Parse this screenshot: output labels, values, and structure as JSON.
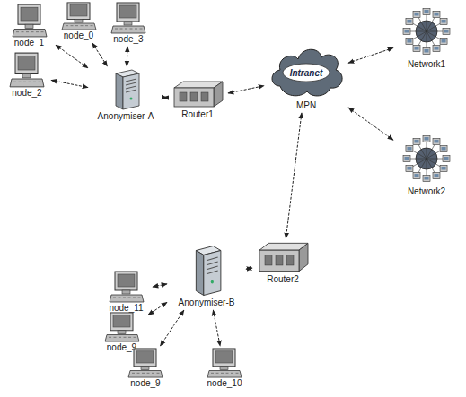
{
  "diagram": {
    "nodes": [
      {
        "text": [
          "node_1"
        ]
      },
      {
        "text": [
          "node_0"
        ]
      },
      {
        "text": [
          "node_3"
        ]
      },
      {
        "text": [
          "node_2"
        ]
      },
      {
        "text": [
          "Anonymiser-A"
        ]
      },
      {
        "text": [
          "Router1"
        ]
      },
      {
        "text": [
          "Intranet",
          "MPN"
        ]
      },
      {
        "text": [
          "Network1"
        ]
      },
      {
        "text": [
          "Network2"
        ]
      },
      {
        "text": [
          "node_11"
        ]
      },
      {
        "text": [
          "Anonymiser-B"
        ]
      },
      {
        "text": [
          "Router2"
        ]
      },
      {
        "text": [
          "node_9"
        ]
      },
      {
        "text": [
          "node_9"
        ]
      },
      {
        "text": [
          "node_10"
        ]
      }
    ],
    "edges": [
      {
        "from": 0,
        "to": 4,
        "arrow": "both"
      },
      {
        "from": 1,
        "to": 4,
        "arrow": "both"
      },
      {
        "from": 2,
        "to": 4,
        "arrow": "both"
      },
      {
        "from": 3,
        "to": 4,
        "arrow": "both"
      },
      {
        "from": 4,
        "to": 5,
        "arrow": "both"
      },
      {
        "from": 5,
        "to": 6,
        "arrow": "both"
      },
      {
        "from": 6,
        "to": 7,
        "arrow": "both"
      },
      {
        "from": 6,
        "to": 8,
        "arrow": "both"
      },
      {
        "from": 6,
        "to": 11,
        "arrow": "both"
      },
      {
        "from": 11,
        "to": 10,
        "arrow": "both"
      },
      {
        "from": 10,
        "to": 9,
        "arrow": "both"
      },
      {
        "from": 10,
        "to": 12,
        "arrow": "both"
      },
      {
        "from": 10,
        "to": 13,
        "arrow": "both"
      },
      {
        "from": 10,
        "to": 14,
        "arrow": "both"
      }
    ]
  }
}
